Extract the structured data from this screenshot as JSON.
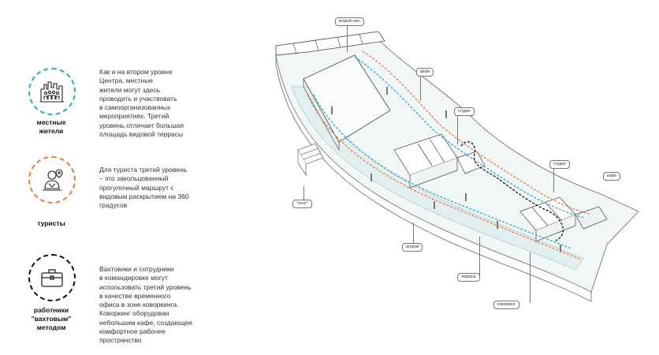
{
  "personas": [
    {
      "id": "locals",
      "icon": "city-residents-icon",
      "ring_color": "#29a9d6",
      "label": "местные\nжители",
      "text": "Как и на втором уровне\nЦентра, местные\nжители могут здесь\nпроводить и участвовать\nв самоорганизованных\nмероприятиях. Третий\nуровень отличает большая\nплощадь видовой террасы"
    },
    {
      "id": "tourists",
      "icon": "tourist-location-icon",
      "ring_color": "#ef7b3a",
      "label": "туристы",
      "text": "Для туриста третий уровень\n– это закольцованный\nпрогулочный маршрут с\nвидовым раскрытием на 360\nградусов"
    },
    {
      "id": "workers",
      "icon": "briefcase-icon",
      "ring_color": "#111111",
      "label": "работники\n\"вахтовым\"\nметодом",
      "text": "Вахтовики и сотрудники\nв командировке могут\nиспользовать третий уровень\nв качестве временного\nофиса в зоне коворкинга.\nКоворкинг оборудован\nнебольшим кафе, создающее\nкомфортное рабочее\nпространство"
    }
  ],
  "plan_labels": {
    "second_light": "второй свет",
    "foyer": "фойе",
    "studio_1": "студия",
    "studio_2": "студия",
    "cafe": "кафе",
    "hall": "\"холл\"",
    "atrium": "атриум",
    "terrace": "терраса",
    "coworking": "коворкинг"
  },
  "route_colors": {
    "locals": "#29a9d6",
    "tourists": "#ef7b3a",
    "workers": "#111111"
  }
}
